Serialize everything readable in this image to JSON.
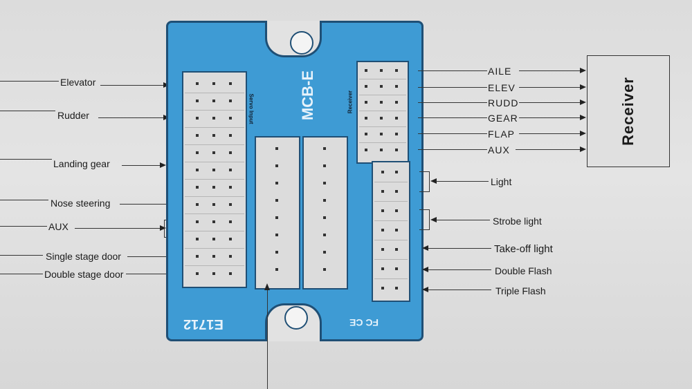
{
  "board": {
    "model": "MCB-E",
    "part_number": "E1712",
    "servo_input_label": "Servo Input",
    "receiver_label": "Receiver",
    "certifications": "FC CE"
  },
  "left_labels": [
    "Elevator",
    "Rudder",
    "Landing gear",
    "Nose steering",
    "AUX",
    "Single stage door",
    "Double stage door"
  ],
  "receiver_channels": [
    "AILE",
    "ELEV",
    "RUDD",
    "GEAR",
    "FLAP",
    "AUX"
  ],
  "receiver_box": {
    "title": "Receiver"
  },
  "right_labels": [
    "Light",
    "Strobe light",
    "Take-off light",
    "Double Flash",
    "Triple Flash"
  ]
}
